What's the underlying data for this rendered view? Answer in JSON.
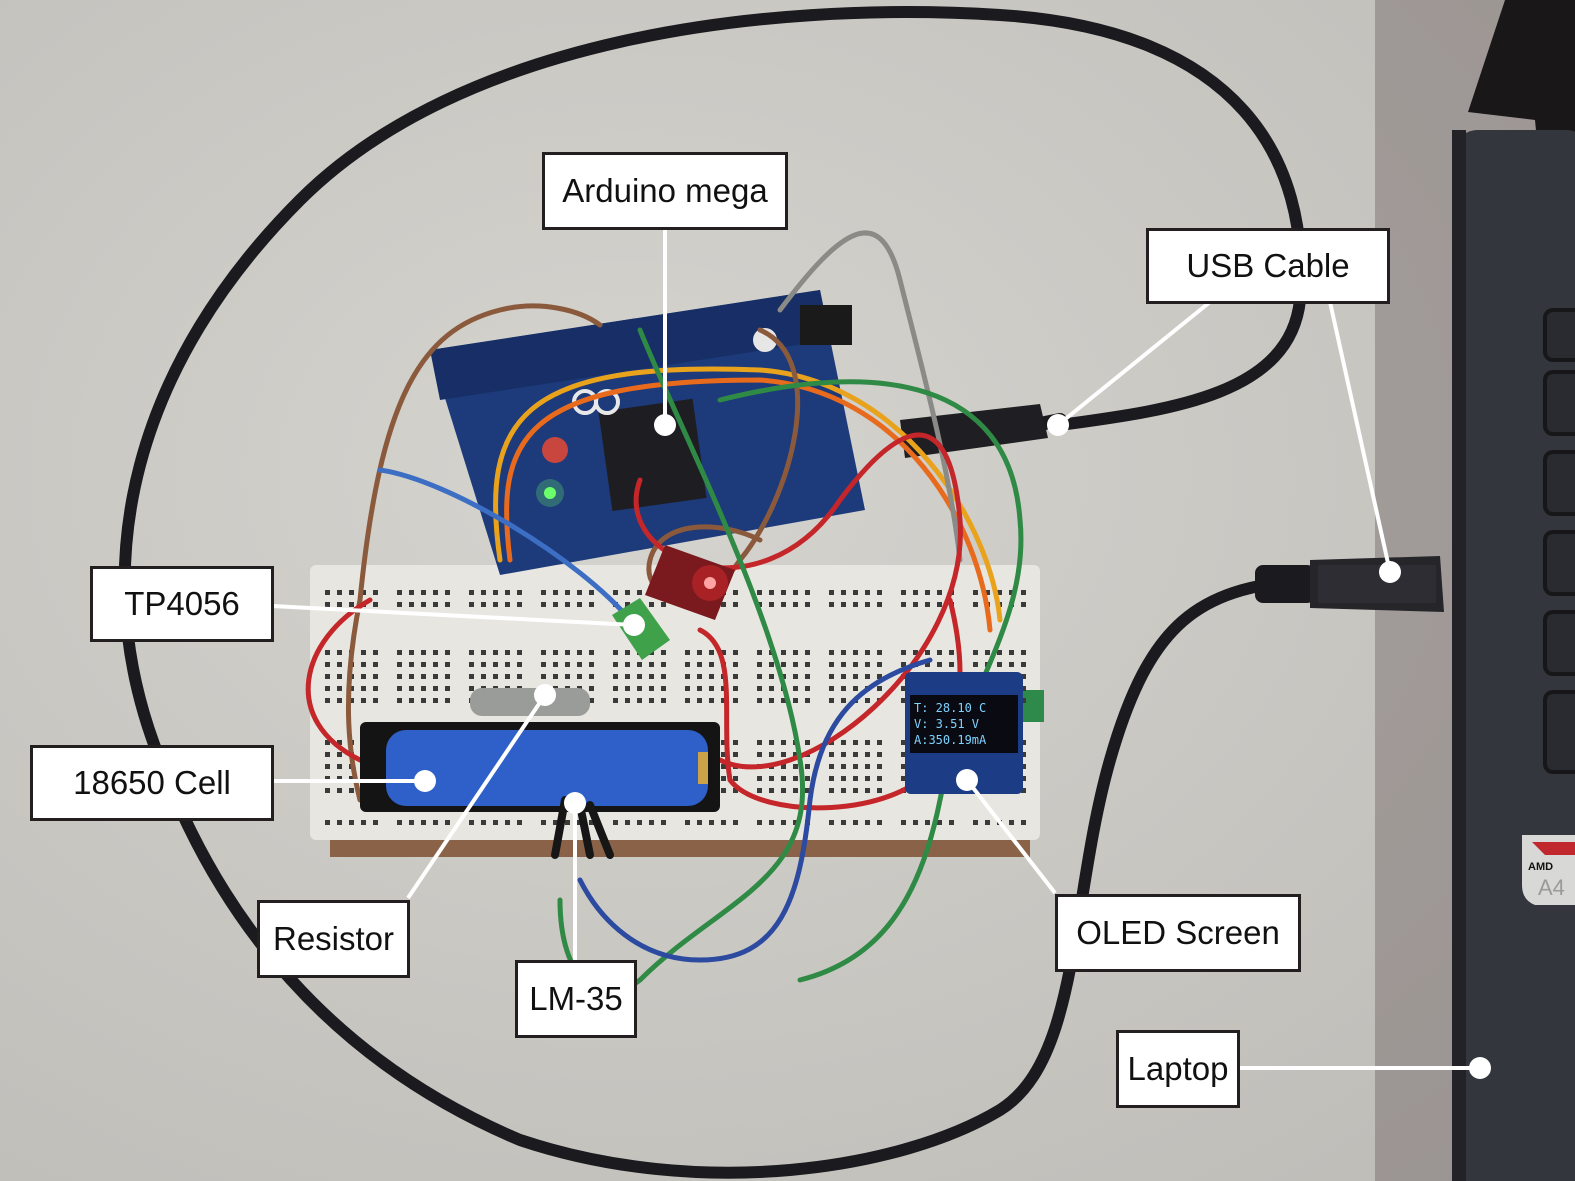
{
  "figure": {
    "description": "Annotated photo of battery monitoring hardware setup",
    "colors": {
      "background": "#c9c7c2",
      "label_fill": "#ffffff",
      "label_border": "#231f20",
      "leader_line": "#ffffff",
      "oled_text": "#7fd3ff",
      "arduino_board": "#1d3a7a",
      "battery": "#2f5fc8",
      "laptop": "#34363d"
    }
  },
  "callouts": [
    {
      "id": "arduino",
      "label": "Arduino mega",
      "target": "arduino-mega-board"
    },
    {
      "id": "usb",
      "label": "USB Cable",
      "target": "usb-cable"
    },
    {
      "id": "tp4056",
      "label": "TP4056",
      "target": "tp4056-module"
    },
    {
      "id": "cell",
      "label": "18650 Cell",
      "target": "battery-18650"
    },
    {
      "id": "resistor",
      "label": "Resistor",
      "target": "resistor"
    },
    {
      "id": "lm35",
      "label": "LM-35",
      "target": "lm35-sensor"
    },
    {
      "id": "oled",
      "label": "OLED Screen",
      "target": "oled-display"
    },
    {
      "id": "laptop",
      "label": "Laptop",
      "target": "laptop"
    }
  ],
  "oled_display": {
    "lines": [
      "T: 28.10 C",
      "V: 3.51  V",
      "A:350.19mA"
    ]
  },
  "laptop_sticker": {
    "brand": "AMD",
    "model": "A4"
  }
}
